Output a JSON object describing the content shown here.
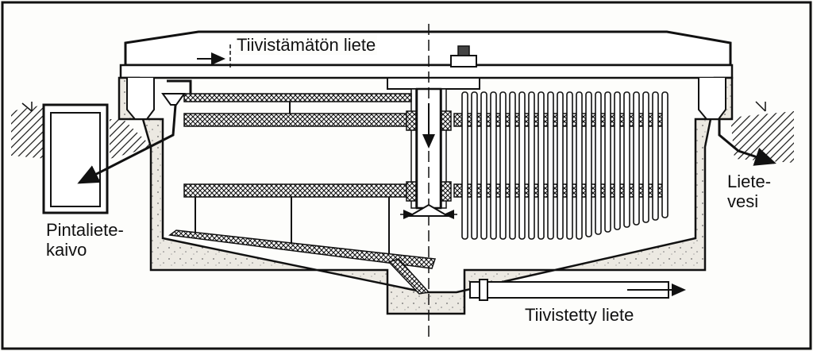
{
  "diagram": {
    "labels": {
      "unthickened_sludge": "Tiivistämätön liete",
      "surface_sludge_well_line1": "Pintaliete-",
      "surface_sludge_well_line2": "kaivo",
      "sludge_water_line1": "Liete-",
      "sludge_water_line2": "vesi",
      "thickened_sludge": "Tiivistetty liete"
    },
    "colors": {
      "ink": "#111111",
      "background": "#fdfdfb",
      "concrete": "#e9e6df",
      "soil_hatch": "#222222"
    }
  }
}
